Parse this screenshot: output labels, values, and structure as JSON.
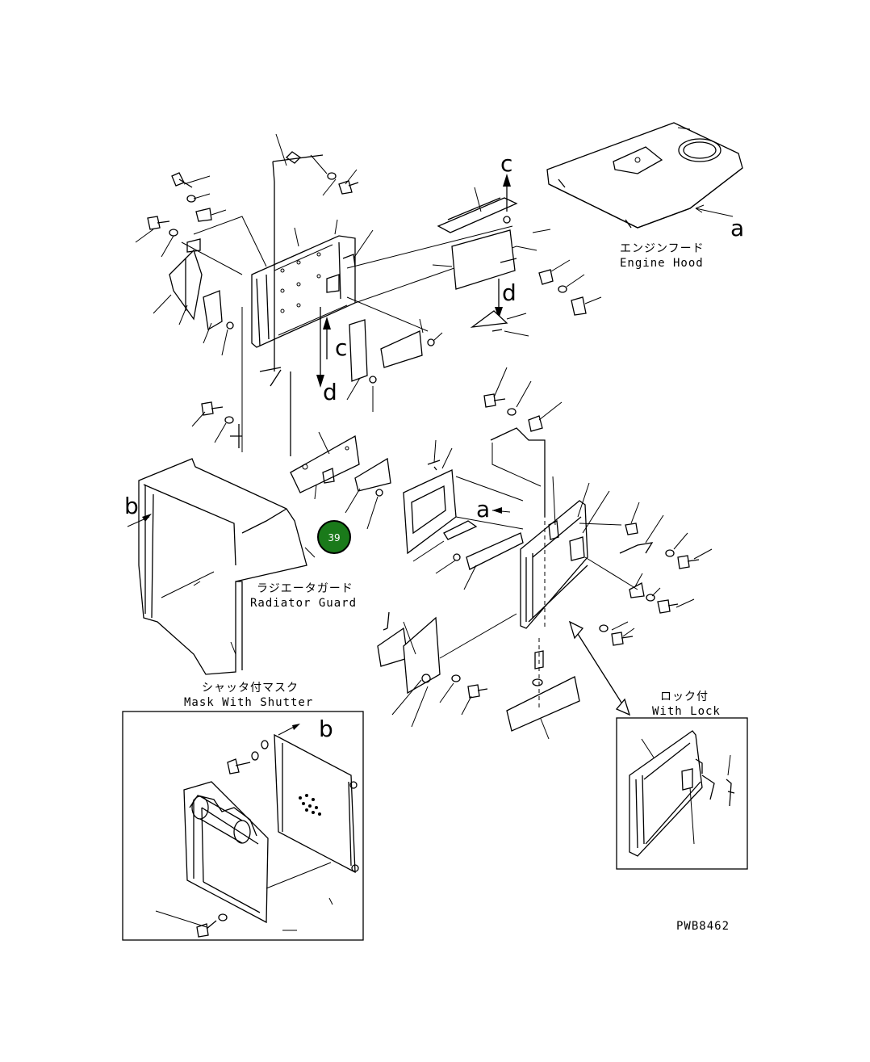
{
  "diagram_code": "PWB8462",
  "callout": {
    "number": "39",
    "color": "#1a7a1a"
  },
  "labels": {
    "engine_hood_jp": "エンジンフード",
    "engine_hood_en": "Engine Hood",
    "radiator_guard_jp": "ラジエータガード",
    "radiator_guard_en": "Radiator Guard",
    "mask_with_shutter_jp": "シャッタ付マスク",
    "mask_with_shutter_en": "Mask With Shutter",
    "with_lock_jp": "ロック付",
    "with_lock_en": "With Lock"
  },
  "view_markers": {
    "a": "a",
    "b": "b",
    "c": "c",
    "d": "d"
  }
}
